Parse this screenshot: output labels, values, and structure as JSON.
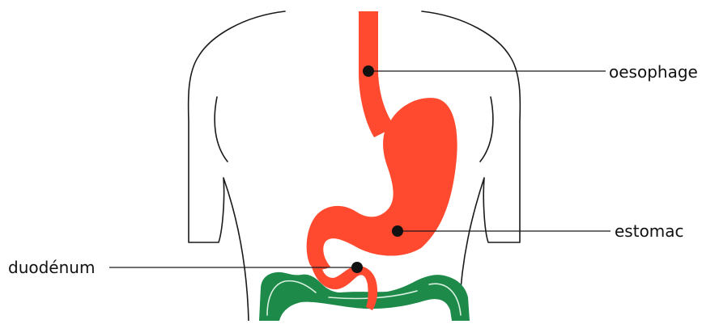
{
  "labels": {
    "oesophage": "oesophage",
    "estomac": "estomac",
    "duodenum": "duodénum"
  },
  "colors": {
    "organ": "#ff4a2f",
    "intestine": "#1e8a4a",
    "intestine_highlight": "#d9f0e0",
    "outline": "#1a1a1a",
    "marker": "#111111",
    "background": "#ffffff"
  },
  "icons": {
    "body": "torso-outline-icon",
    "marker": "dot-marker-icon"
  }
}
